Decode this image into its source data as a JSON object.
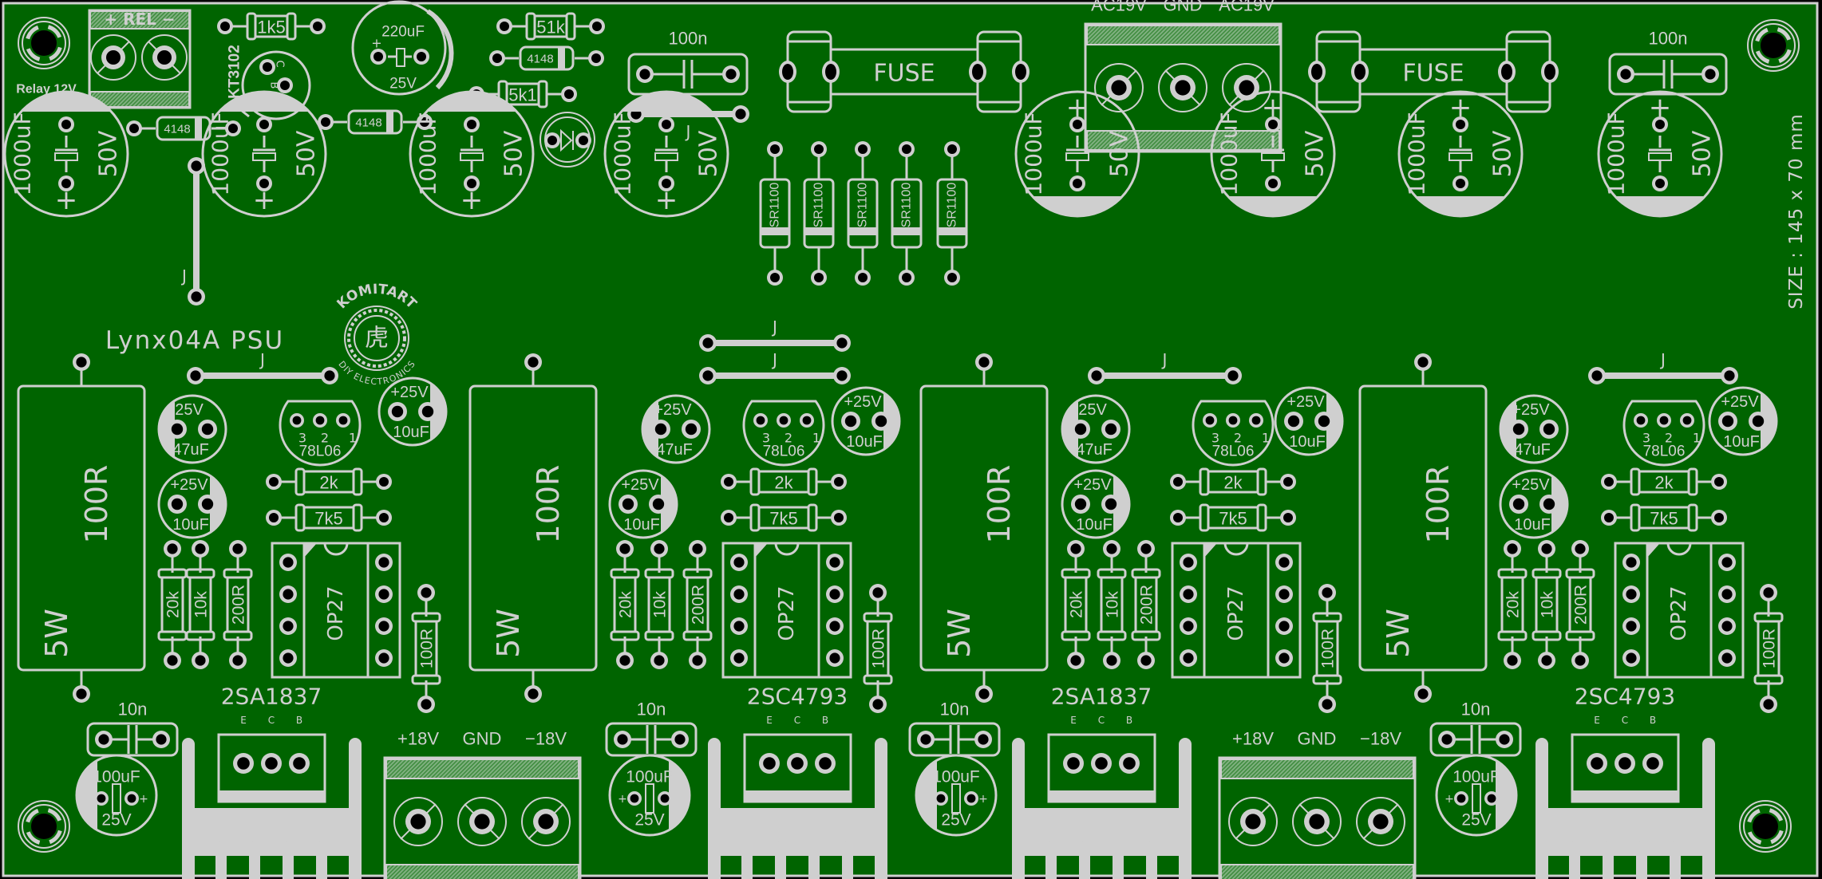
{
  "board": {
    "title": "Lynx04A PSU",
    "size_label": "SIZE : 145 x 70 mm",
    "pcb_color": "#006400",
    "silk_color": "#cfcfcf",
    "hole_color": "#000000",
    "logo": {
      "top_text": "KOMITART",
      "bottom_text": "DIY ELECTRONICS",
      "center_glyph": "虎"
    }
  },
  "top_left": {
    "relay_label": "Relay 12V",
    "relay_terminal_label": "+ REL −",
    "transistor_label": "KT3102",
    "transistor_pins": [
      "C",
      "B",
      "E"
    ],
    "resistor_1k5": "1k5",
    "cap_220uF": {
      "value": "220uF",
      "voltage": "25V",
      "polarity": "+"
    },
    "resistor_51k": "51k",
    "diode_a": "4148",
    "diode_b": "4148",
    "diode_c": "4148",
    "resistor_5k1": "5k1",
    "jumper_label": "J"
  },
  "top_middle": {
    "cap_100n_left": "100n",
    "jumper_label": "J",
    "fuse_left": "FUSE",
    "ac_terminal_labels": [
      "AC19V",
      "GND",
      "AC19V"
    ],
    "fuse_right": "FUSE",
    "cap_100n_right": "100n",
    "rectifiers": [
      "SR1100",
      "SR1100",
      "SR1100",
      "SR1100",
      "SR1100"
    ]
  },
  "bulk_caps": [
    {
      "value": "1000uF",
      "voltage": "50V",
      "polarity": "+"
    },
    {
      "value": "1000uF",
      "voltage": "50V",
      "polarity": "+"
    },
    {
      "value": "1000uF",
      "voltage": "50V",
      "polarity": "+"
    },
    {
      "value": "1000uF",
      "voltage": "50V",
      "polarity": "+"
    },
    {
      "value": "1000uF",
      "voltage": "50V",
      "polarity": "+"
    },
    {
      "value": "1000uF",
      "voltage": "50V",
      "polarity": "+"
    },
    {
      "value": "1000uF",
      "voltage": "50V",
      "polarity": "+"
    },
    {
      "value": "1000uF",
      "voltage": "50V",
      "polarity": "+"
    }
  ],
  "regulator_channels": [
    {
      "power_resistor": {
        "value": "100R",
        "rating": "5W"
      },
      "jumpers": [
        "J"
      ],
      "cap_47uF": {
        "voltage": "25V",
        "value": "47uF",
        "plus": "+"
      },
      "cap_10uF_a": {
        "voltage": "+25V",
        "value": "10uF"
      },
      "cap_10uF_b": {
        "voltage": "+25V",
        "value": "10uF"
      },
      "regulator": {
        "label": "78L06",
        "pins": [
          "3",
          "2",
          "1"
        ]
      },
      "res_2k": "2k",
      "res_7k5": "7k5",
      "res_20k": "20k",
      "res_10k": "10k",
      "res_200R": "200R",
      "opamp": "OP27",
      "res_100R": "100R",
      "transistor": "2SA1837",
      "transistor_pins": [
        "E",
        "C",
        "B"
      ],
      "cap_10n": "10n",
      "cap_100uF": {
        "value": "100uF",
        "voltage": "25V",
        "plus": "+"
      }
    },
    {
      "power_resistor": {
        "value": "100R",
        "rating": "5W"
      },
      "jumpers": [
        "J",
        "J"
      ],
      "cap_47uF": {
        "voltage": "+25V",
        "value": "47uF",
        "plus": "+"
      },
      "cap_10uF_a": {
        "voltage": "+25V",
        "value": "10uF"
      },
      "cap_10uF_b": {
        "voltage": "+25V",
        "value": "10uF"
      },
      "regulator": {
        "label": "78L06",
        "pins": [
          "3",
          "2",
          "1"
        ]
      },
      "res_2k": "2k",
      "res_7k5": "7k5",
      "res_20k": "20k",
      "res_10k": "10k",
      "res_200R": "200R",
      "opamp": "OP27",
      "res_100R": "100R",
      "transistor": "2SC4793",
      "transistor_pins": [
        "E",
        "C",
        "B"
      ],
      "cap_10n": "10n",
      "cap_100uF": {
        "value": "100uF",
        "voltage": "25V",
        "plus": "+"
      }
    },
    {
      "power_resistor": {
        "value": "100R",
        "rating": "5W"
      },
      "jumpers": [
        "J"
      ],
      "cap_47uF": {
        "voltage": "25V",
        "value": "47uF",
        "plus": "+"
      },
      "cap_10uF_a": {
        "voltage": "+25V",
        "value": "10uF"
      },
      "cap_10uF_b": {
        "voltage": "+25V",
        "value": "10uF"
      },
      "regulator": {
        "label": "78L06",
        "pins": [
          "3",
          "2",
          "1"
        ]
      },
      "res_2k": "2k",
      "res_7k5": "7k5",
      "res_20k": "20k",
      "res_10k": "10k",
      "res_200R": "200R",
      "opamp": "OP27",
      "res_100R": "100R",
      "transistor": "2SA1837",
      "transistor_pins": [
        "E",
        "C",
        "B"
      ],
      "cap_10n": "10n",
      "cap_100uF": {
        "value": "100uF",
        "voltage": "25V",
        "plus": "+"
      }
    },
    {
      "power_resistor": {
        "value": "100R",
        "rating": "5W"
      },
      "jumpers": [
        "J"
      ],
      "cap_47uF": {
        "voltage": "+25V",
        "value": "47uF",
        "plus": "+"
      },
      "cap_10uF_a": {
        "voltage": "+25V",
        "value": "10uF"
      },
      "cap_10uF_b": {
        "voltage": "+25V",
        "value": "10uF"
      },
      "regulator": {
        "label": "78L06",
        "pins": [
          "3",
          "2",
          "1"
        ]
      },
      "res_2k": "2k",
      "res_7k5": "7k5",
      "res_20k": "20k",
      "res_10k": "10k",
      "res_200R": "200R",
      "opamp": "OP27",
      "res_100R": "100R",
      "transistor": "2SC4793",
      "transistor_pins": [
        "E",
        "C",
        "B"
      ],
      "cap_10n": "10n",
      "cap_100uF": {
        "value": "100uF",
        "voltage": "25V",
        "plus": "+"
      }
    }
  ],
  "output_terminals": [
    {
      "labels": [
        "+18V",
        "GND",
        "−18V"
      ]
    },
    {
      "labels": [
        "+18V",
        "GND",
        "−18V"
      ]
    }
  ]
}
